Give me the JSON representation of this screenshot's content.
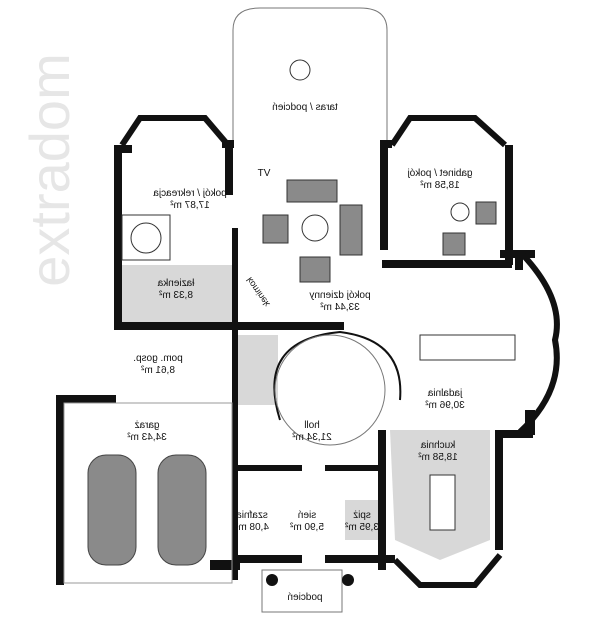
{
  "rooms": [
    {
      "id": "taras",
      "name": "taras / podcień",
      "area": ""
    },
    {
      "id": "rekreacja",
      "name": "pokój / rekreacja",
      "area": "17,87 m²"
    },
    {
      "id": "gabinet",
      "name": "gabinet / pokój",
      "area": "18,58 m²"
    },
    {
      "id": "lazienka",
      "name": "łazienka",
      "area": "8,33 m²"
    },
    {
      "id": "dzienny",
      "name": "pokój dzienny",
      "area": "33,44 m²"
    },
    {
      "id": "gosp",
      "name": "pom. gosp.",
      "area": "8,61 m²"
    },
    {
      "id": "jadalnia",
      "name": "jadalnia",
      "area": "30,96 m²"
    },
    {
      "id": "garaz",
      "name": "garaż",
      "area": "34,43 m²"
    },
    {
      "id": "holl",
      "name": "holl",
      "area": "21,34 m²"
    },
    {
      "id": "kuchnia",
      "name": "kuchnia",
      "area": "18,58 m²"
    },
    {
      "id": "szafnia",
      "name": "szafnia",
      "area": "4,08 m²"
    },
    {
      "id": "sien",
      "name": "sień",
      "area": "5,90 m²"
    },
    {
      "id": "spiz",
      "name": "spiż",
      "area": "3,95 m²"
    },
    {
      "id": "podcien",
      "name": "podcień",
      "area": ""
    }
  ],
  "annotations": {
    "tv": "TV",
    "kominek": "kominek"
  },
  "watermark": "extradom",
  "colors": {
    "wall": "#111111",
    "furniture": "#8a8a8a",
    "floor_grey": "#d8d8d8"
  }
}
